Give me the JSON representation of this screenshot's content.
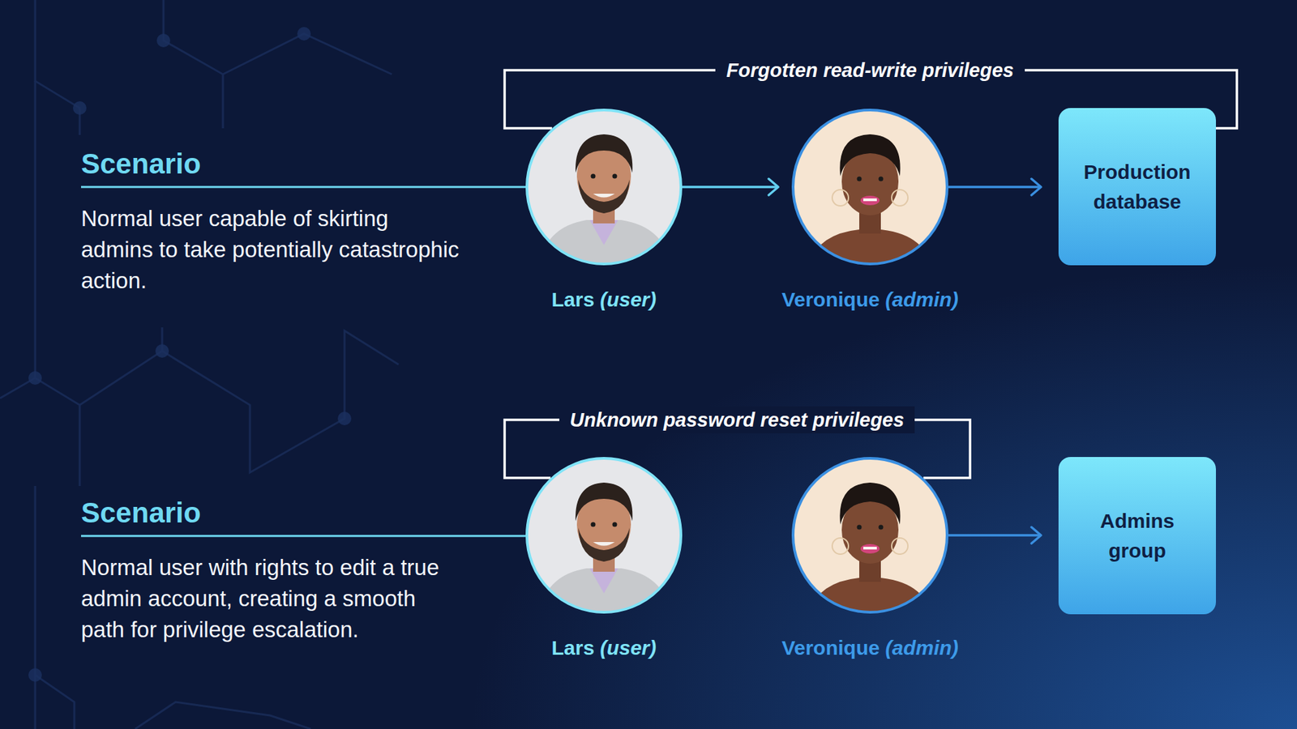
{
  "diagram": {
    "nodes": [
      {
        "text": [
          "Scenario",
          "Normal user capable of skirting admins to take potentially catastrophic action."
        ]
      },
      {
        "text": [
          "Lars (user)"
        ]
      },
      {
        "text": [
          "Veronique (admin)"
        ]
      },
      {
        "text": [
          "Production database"
        ]
      },
      {
        "text": [
          "Scenario",
          "Normal user with rights to edit a true admin account, creating a smooth path for privilege escalation."
        ]
      },
      {
        "text": [
          "Lars (user)"
        ]
      },
      {
        "text": [
          "Veronique (admin)"
        ]
      },
      {
        "text": [
          "Admins group"
        ]
      }
    ],
    "edges": [
      {
        "from": 0,
        "to": 1,
        "arrow": "none"
      },
      {
        "from": 1,
        "to": 2,
        "arrow": "to"
      },
      {
        "from": 2,
        "to": 3,
        "arrow": "to"
      },
      {
        "from": 1,
        "to": 3,
        "arrow": "none",
        "label": "Forgotten read-write privileges"
      },
      {
        "from": 4,
        "to": 5,
        "arrow": "none"
      },
      {
        "from": 6,
        "to": 7,
        "arrow": "to"
      },
      {
        "from": 5,
        "to": 6,
        "arrow": "none",
        "label": "Unknown password reset privileges"
      }
    ]
  }
}
